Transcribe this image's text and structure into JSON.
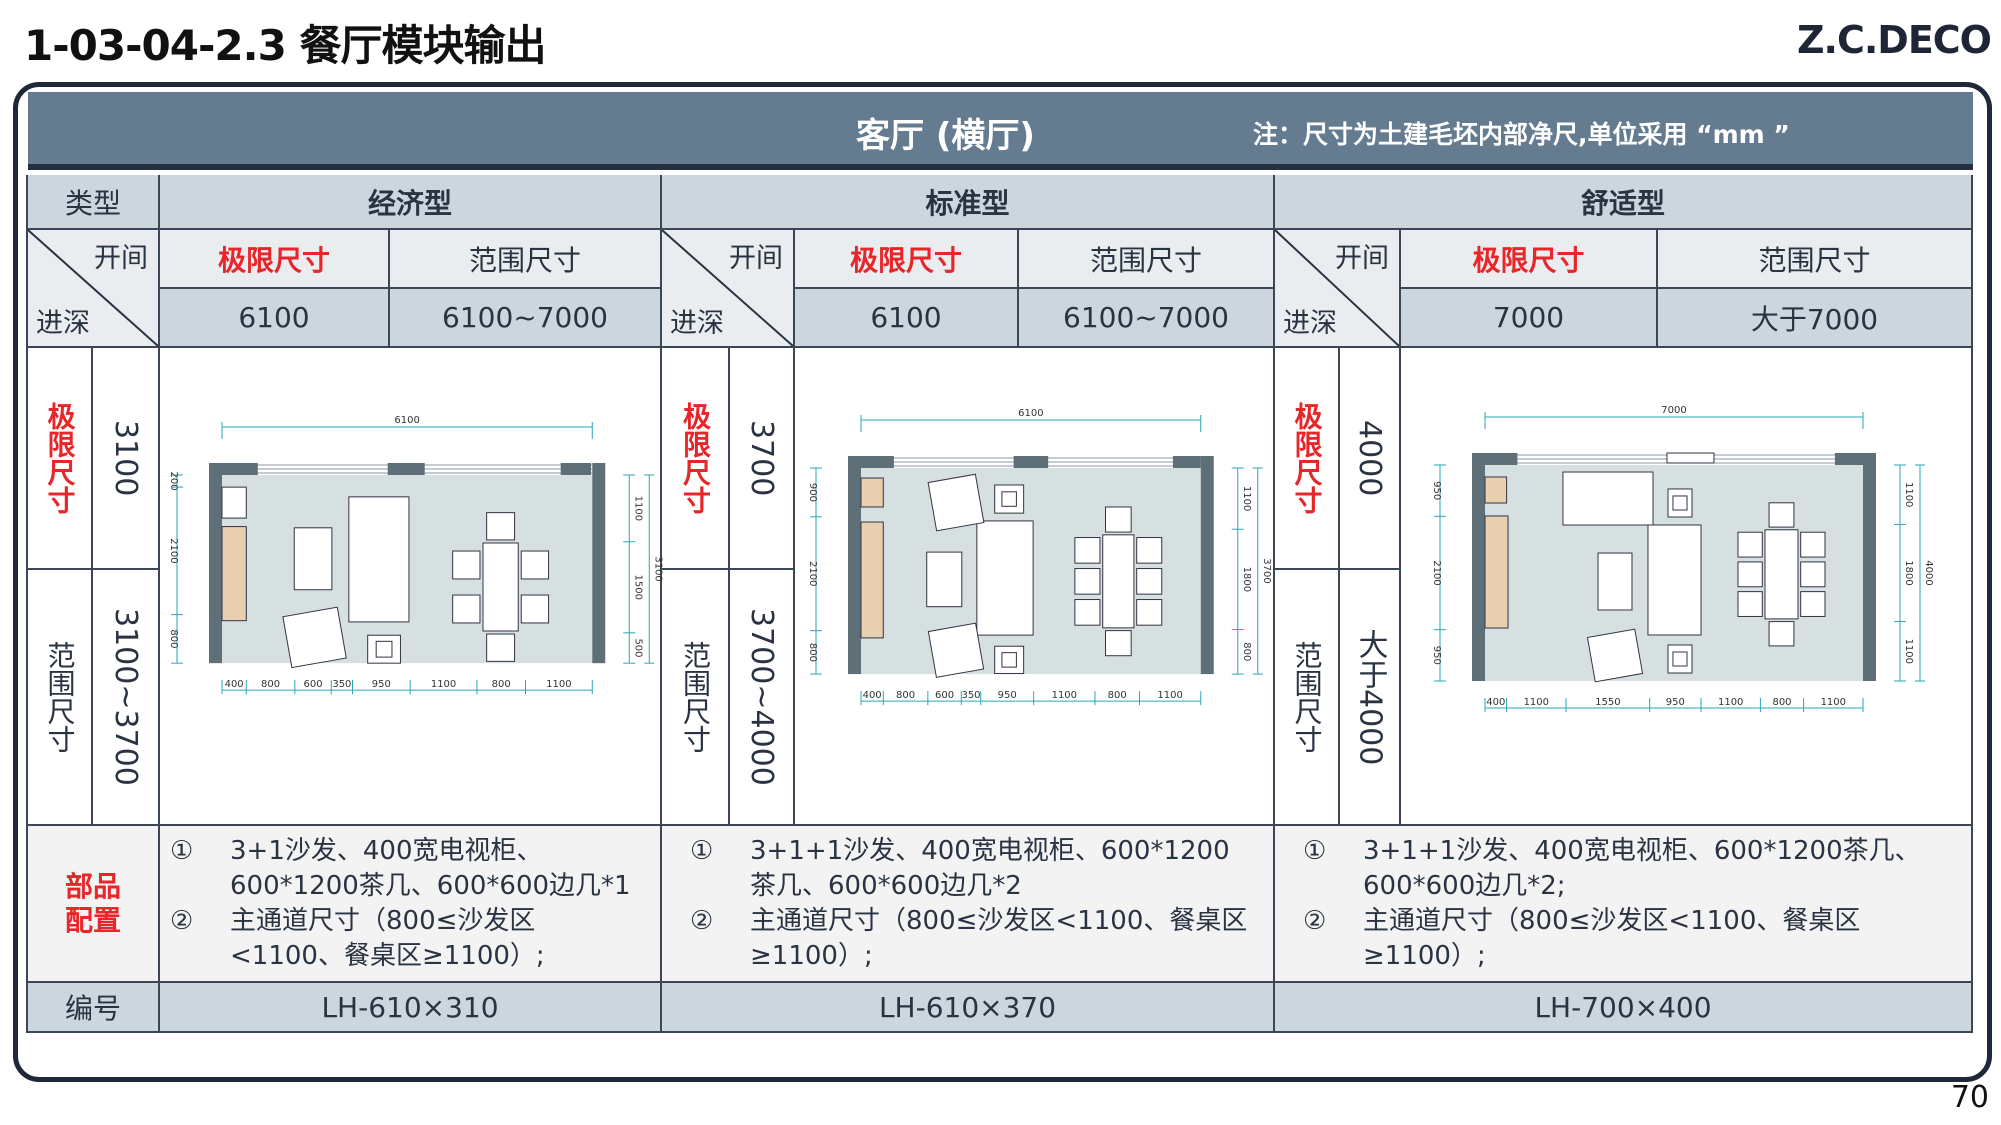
{
  "page": {
    "title": "1-03-04-2.3 餐厅模块输出",
    "brand": "Z.C.DECO",
    "page_number": "70"
  },
  "header": {
    "title": "客厅 (横厅)",
    "note": "注：尺寸为土建毛坯内部净尺,单位采用 “mm ”"
  },
  "labels": {
    "type": "类型",
    "kaijian": "开间",
    "jinshen": "进深",
    "limit": "极限尺寸",
    "range": "范围尺寸",
    "parts": "部品配置",
    "code": "编号"
  },
  "colors": {
    "header": "#647b90",
    "accent_red": "#e8262a",
    "wall": "#5f6f78",
    "floor": "#d6e0e1",
    "cabinet": "#e8cfb0",
    "line": "#2aa6b5"
  },
  "groups": [
    {
      "name": "经济型",
      "kaijian_limit": "6100",
      "kaijian_range": "6100~7000",
      "jinshen_limit": "3100",
      "jinshen_range": "3100~3700",
      "items": [
        {
          "num": "①",
          "text": "3+1沙发、400宽电视柜、600*1200茶几、600*600边几*1"
        },
        {
          "num": "②",
          "text": "主通道尺寸（800≤沙发区<1100、餐桌区≥1100）;"
        }
      ],
      "code": "LH-610×310",
      "plan": {
        "top": "6100",
        "bottom": [
          "400",
          "800",
          "600",
          "350",
          "950",
          "1100",
          "800",
          "1100"
        ],
        "left": [
          "200",
          "2100",
          "800"
        ],
        "right": [
          "1100",
          "1500",
          "500"
        ],
        "total": "3100"
      }
    },
    {
      "name": "标准型",
      "kaijian_limit": "6100",
      "kaijian_range": "6100~7000",
      "jinshen_limit": "3700",
      "jinshen_range": "3700~4000",
      "items": [
        {
          "num": "①",
          "text": "3+1+1沙发、400宽电视柜、600*1200茶几、600*600边几*2"
        },
        {
          "num": "②",
          "text": "主通道尺寸（800≤沙发区<1100、餐桌区≥1100）;"
        }
      ],
      "code": "LH-610×370",
      "plan": {
        "top": "6100",
        "bottom": [
          "400",
          "800",
          "600",
          "350",
          "950",
          "1100",
          "800",
          "1100"
        ],
        "left": [
          "900",
          "2100",
          "800"
        ],
        "right": [
          "1100",
          "1800",
          "800"
        ],
        "total": "3700"
      }
    },
    {
      "name": "舒适型",
      "kaijian_limit": "7000",
      "kaijian_range": "大于7000",
      "jinshen_limit": "4000",
      "jinshen_range": "大于4000",
      "items": [
        {
          "num": "①",
          "text": "3+1+1沙发、400宽电视柜、600*1200茶几、600*600边几*2;"
        },
        {
          "num": "②",
          "text": "主通道尺寸（800≤沙发区<1100、餐桌区≥1100）;"
        }
      ],
      "code": "LH-700×400",
      "plan": {
        "top": "7000",
        "bottom": [
          "400",
          "1100",
          "1550",
          "950",
          "1100",
          "800",
          "1100"
        ],
        "left": [
          "950",
          "2100",
          "950"
        ],
        "right": [
          "1100",
          "1800",
          "1100"
        ],
        "total": "4000"
      }
    }
  ]
}
